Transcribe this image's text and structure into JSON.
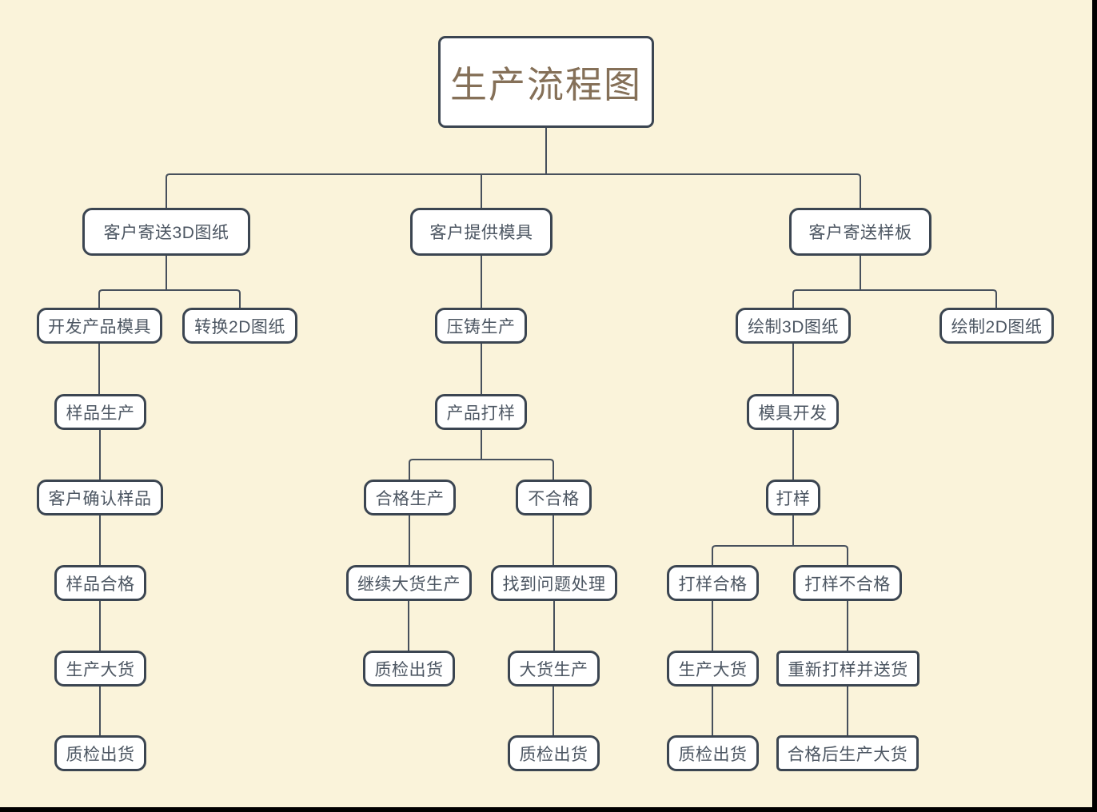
{
  "diagram": {
    "title": "生产流程图",
    "type": "flowchart-tree"
  },
  "colors": {
    "background": "#faf3da",
    "frame_edge": "#000000",
    "node_fill": "#ffffff",
    "node_border": "#3b4551",
    "node_text": "#4c5662",
    "title_text": "#857058",
    "connector": "#47505c"
  },
  "nodes": {
    "root": {
      "label": "生产流程图"
    },
    "c1": {
      "label": "客户寄送3D图纸"
    },
    "c1_develop_mold": {
      "label": "开发产品模具"
    },
    "c1_convert_2d": {
      "label": "转换2D图纸"
    },
    "c1_sample_prod": {
      "label": "样品生产"
    },
    "c1_confirm": {
      "label": "客户确认样品"
    },
    "c1_sample_ok": {
      "label": "样品合格"
    },
    "c1_bulk": {
      "label": "生产大货"
    },
    "c1_qc": {
      "label": "质检出货"
    },
    "c2": {
      "label": "客户提供模具"
    },
    "c2_die_cast": {
      "label": "压铸生产"
    },
    "c2_sampling": {
      "label": "产品打样"
    },
    "c2_pass": {
      "label": "合格生产"
    },
    "c2_fail": {
      "label": "不合格"
    },
    "c2_continue_bulk": {
      "label": "继续大货生产"
    },
    "c2_fix": {
      "label": "找到问题处理"
    },
    "c2_qc": {
      "label": "质检出货"
    },
    "c2_bulk": {
      "label": "大货生产"
    },
    "c2_qc2": {
      "label": "质检出货"
    },
    "c3": {
      "label": "客户寄送样板"
    },
    "c3_draw3d": {
      "label": "绘制3D图纸"
    },
    "c3_draw2d": {
      "label": "绘制2D图纸"
    },
    "c3_mold_dev": {
      "label": "模具开发"
    },
    "c3_sampling": {
      "label": "打样"
    },
    "c3_pass": {
      "label": "打样合格"
    },
    "c3_fail": {
      "label": "打样不合格"
    },
    "c3_bulk": {
      "label": "生产大货"
    },
    "c3_resample": {
      "label": "重新打样并送货"
    },
    "c3_qc": {
      "label": "质检出货"
    },
    "c3_bulk_after": {
      "label": "合格后生产大货"
    }
  },
  "edges": [
    {
      "from": "root",
      "to": "c1"
    },
    {
      "from": "root",
      "to": "c2"
    },
    {
      "from": "root",
      "to": "c3"
    },
    {
      "from": "c1",
      "to": "c1_develop_mold"
    },
    {
      "from": "c1",
      "to": "c1_convert_2d"
    },
    {
      "from": "c1_develop_mold",
      "to": "c1_sample_prod"
    },
    {
      "from": "c1_sample_prod",
      "to": "c1_confirm"
    },
    {
      "from": "c1_confirm",
      "to": "c1_sample_ok"
    },
    {
      "from": "c1_sample_ok",
      "to": "c1_bulk"
    },
    {
      "from": "c1_bulk",
      "to": "c1_qc"
    },
    {
      "from": "c2",
      "to": "c2_die_cast"
    },
    {
      "from": "c2_die_cast",
      "to": "c2_sampling"
    },
    {
      "from": "c2_sampling",
      "to": "c2_pass"
    },
    {
      "from": "c2_sampling",
      "to": "c2_fail"
    },
    {
      "from": "c2_pass",
      "to": "c2_continue_bulk"
    },
    {
      "from": "c2_continue_bulk",
      "to": "c2_qc"
    },
    {
      "from": "c2_fail",
      "to": "c2_fix"
    },
    {
      "from": "c2_fix",
      "to": "c2_bulk"
    },
    {
      "from": "c2_bulk",
      "to": "c2_qc2"
    },
    {
      "from": "c3",
      "to": "c3_draw3d"
    },
    {
      "from": "c3",
      "to": "c3_draw2d"
    },
    {
      "from": "c3_draw3d",
      "to": "c3_mold_dev"
    },
    {
      "from": "c3_mold_dev",
      "to": "c3_sampling"
    },
    {
      "from": "c3_sampling",
      "to": "c3_pass"
    },
    {
      "from": "c3_sampling",
      "to": "c3_fail"
    },
    {
      "from": "c3_pass",
      "to": "c3_bulk"
    },
    {
      "from": "c3_bulk",
      "to": "c3_qc"
    },
    {
      "from": "c3_fail",
      "to": "c3_resample"
    },
    {
      "from": "c3_resample",
      "to": "c3_bulk_after"
    }
  ]
}
